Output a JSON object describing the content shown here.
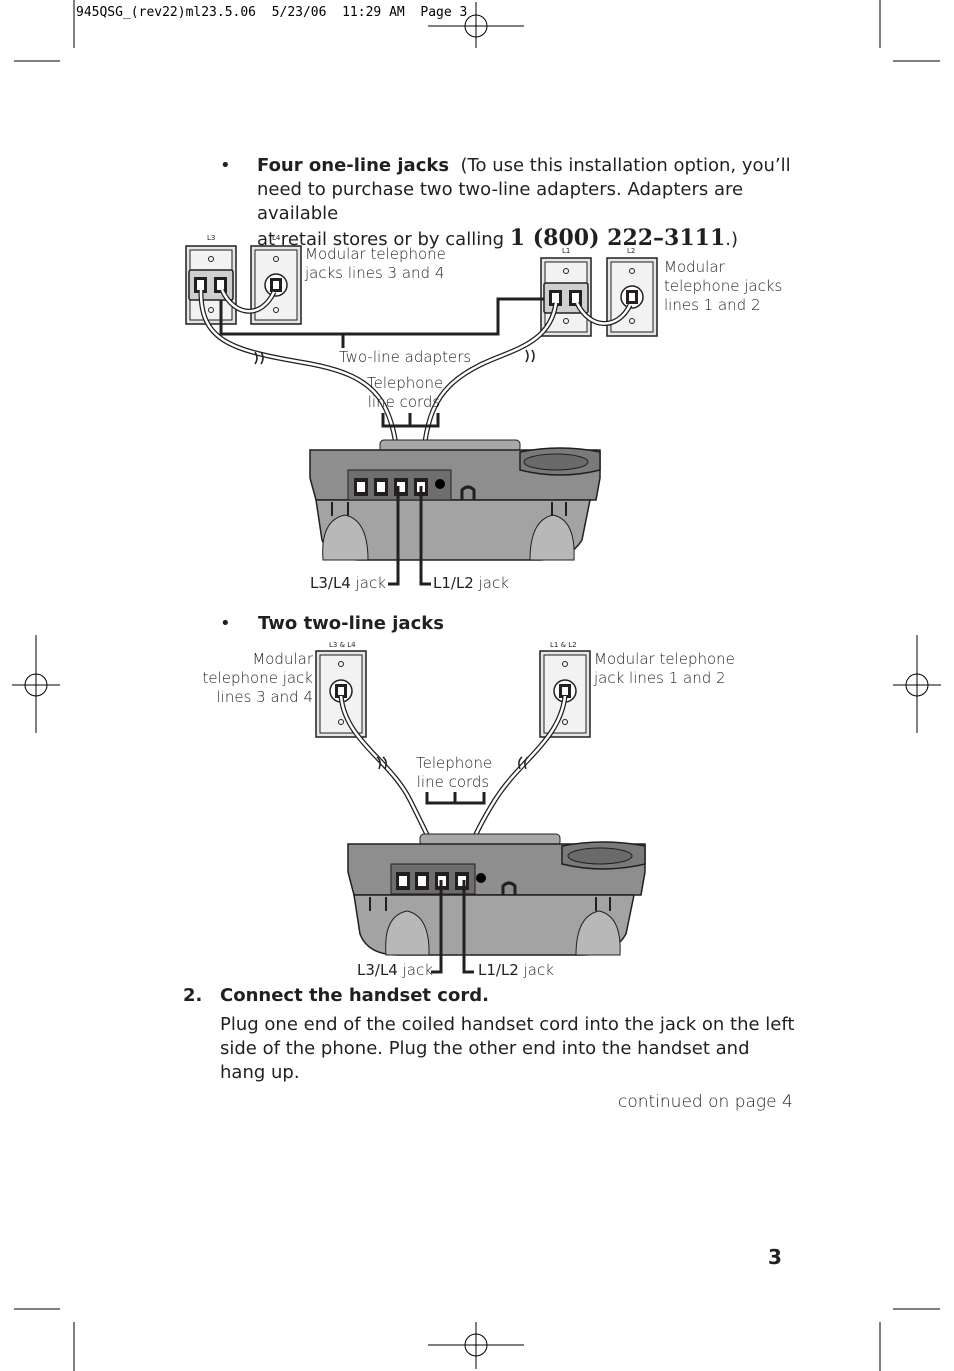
{
  "slug": "945QSG_(rev22)ml23.5.06  5/23/06  11:29 AM  Page 3",
  "section1": {
    "bullet": "•",
    "title": "Four one-line jacks",
    "text_part1": "(To use this installation option, you’ll",
    "text_line2": "need to purchase two two-line adapters.  Adapters are available",
    "text_line3_prefix": "at retail stores or by calling",
    "phone": "1 (800) 222–3111",
    "text_line3_suffix": ".)",
    "jack_tags": [
      "L3",
      "L4",
      "L1",
      "L2"
    ],
    "label_jacks_34": [
      "Modular telephone",
      "jacks lines 3 and 4"
    ],
    "label_jacks_12": [
      "Modular",
      "telephone jacks",
      "lines 1 and 2"
    ],
    "label_adapters": "Two-line adapters",
    "label_cords": [
      "Telephone",
      "line cords"
    ],
    "jack_l34": {
      "name": "L3/L4",
      "word": "jack"
    },
    "jack_l12": {
      "name": "L1/L2",
      "word": "jack"
    }
  },
  "section2": {
    "bullet": "•",
    "title": "Two two-line jacks",
    "jack_tags": [
      "L3 & L4",
      "L1 & L2"
    ],
    "label_jack_34": [
      "Modular",
      "telephone jack",
      "lines 3 and 4"
    ],
    "label_jack_12": [
      "Modular telephone",
      "jack lines 1 and 2"
    ],
    "label_cords": [
      "Telephone",
      "line cords"
    ],
    "jack_l34": {
      "name": "L3/L4",
      "word": "jack"
    },
    "jack_l12": {
      "name": "L1/L2",
      "word": "jack"
    }
  },
  "step2": {
    "number": "2.",
    "title": "Connect the handset cord.",
    "line1": "Plug one end of the coiled handset cord into the jack on the left",
    "line2": "side of the phone.  Plug the other end into the handset and hang up."
  },
  "continued": "continued on page 4",
  "page_number": "3"
}
